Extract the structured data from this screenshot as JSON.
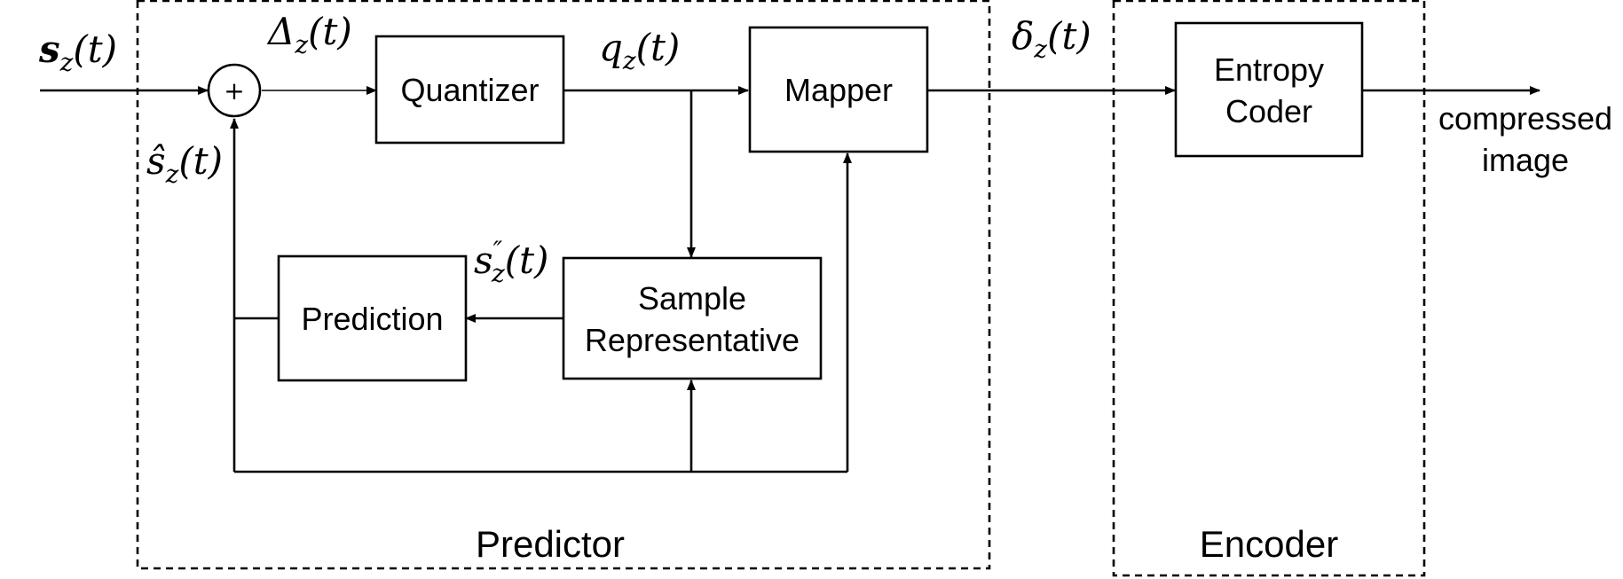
{
  "blocks": {
    "quantizer": "Quantizer",
    "mapper": "Mapper",
    "entropy_coder": [
      "Entropy",
      "Coder"
    ],
    "prediction": "Prediction",
    "sample_representative": [
      "Sample",
      "Representative"
    ]
  },
  "regions": {
    "predictor": "Predictor",
    "encoder": "Encoder"
  },
  "summing_junction": "+",
  "output_label": [
    "compressed",
    "image"
  ],
  "signals": {
    "input": {
      "base": "s",
      "sub": "z",
      "arg": "(t)"
    },
    "prediction_residual": {
      "base": "Δ",
      "sub": "z",
      "arg": "(t)"
    },
    "quantized_index": {
      "base": "q",
      "sub": "z",
      "arg": "(t)"
    },
    "mapped_index": {
      "base": "δ",
      "sub": "z",
      "arg": "(t)"
    },
    "predicted_sample": {
      "base": "ŝ",
      "sub": "z",
      "arg": "(t)"
    },
    "sample_representative": {
      "base": "s",
      "sup": "″",
      "sub": "z",
      "arg": "(t)"
    }
  }
}
